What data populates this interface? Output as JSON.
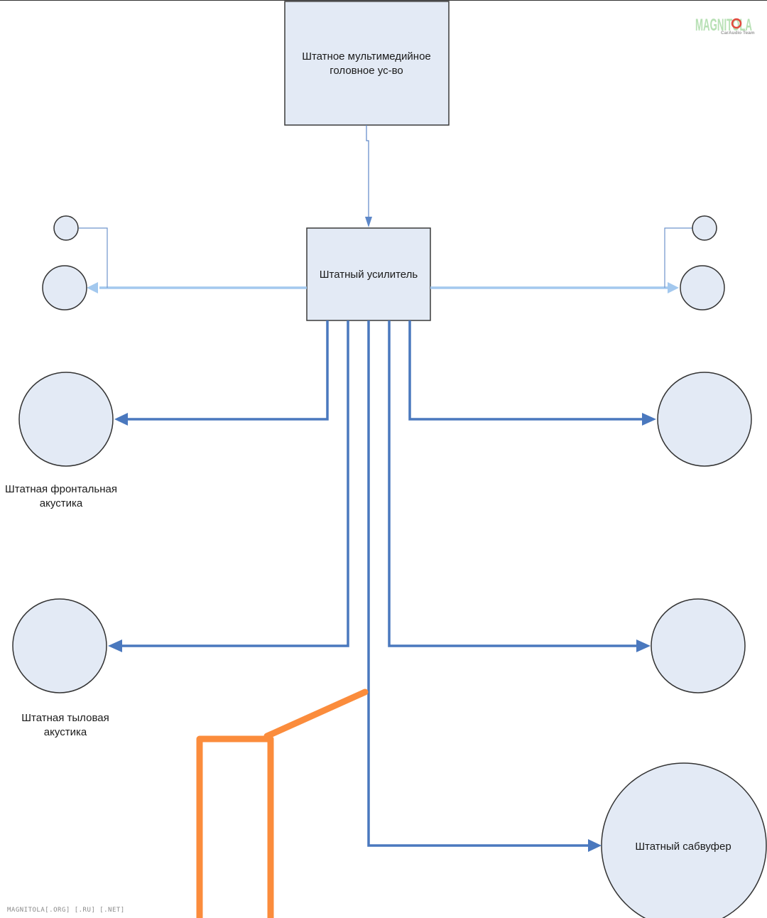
{
  "nodes": {
    "head_unit": {
      "line1": "Штатное мультимедийное",
      "line2": "головное ус-во"
    },
    "amplifier": {
      "label": "Штатный усилитель"
    },
    "front_acoustics": {
      "line1": "Штатная фронтальная",
      "line2": "акустика"
    },
    "rear_acoustics": {
      "line1": "Штатная тыловая",
      "line2": "акустика"
    },
    "subwoofer": {
      "label": "Штатный сабвуфер"
    }
  },
  "logo": {
    "main": "MAGNITOLA",
    "sub": "CarAudio Team"
  },
  "footer": {
    "text": "MAGNITOLA[.ORG] [.RU] [.NET]"
  },
  "colors": {
    "box_fill": "#e3eaf5",
    "box_stroke": "#3a3a3a",
    "wire_dark": "#4a78be",
    "wire_light": "#a3c8ee",
    "wire_thin": "#5d87c8",
    "orange": "#fb8c3c",
    "logo_green": "#b7e0b4",
    "logo_red": "#e24a3e"
  }
}
